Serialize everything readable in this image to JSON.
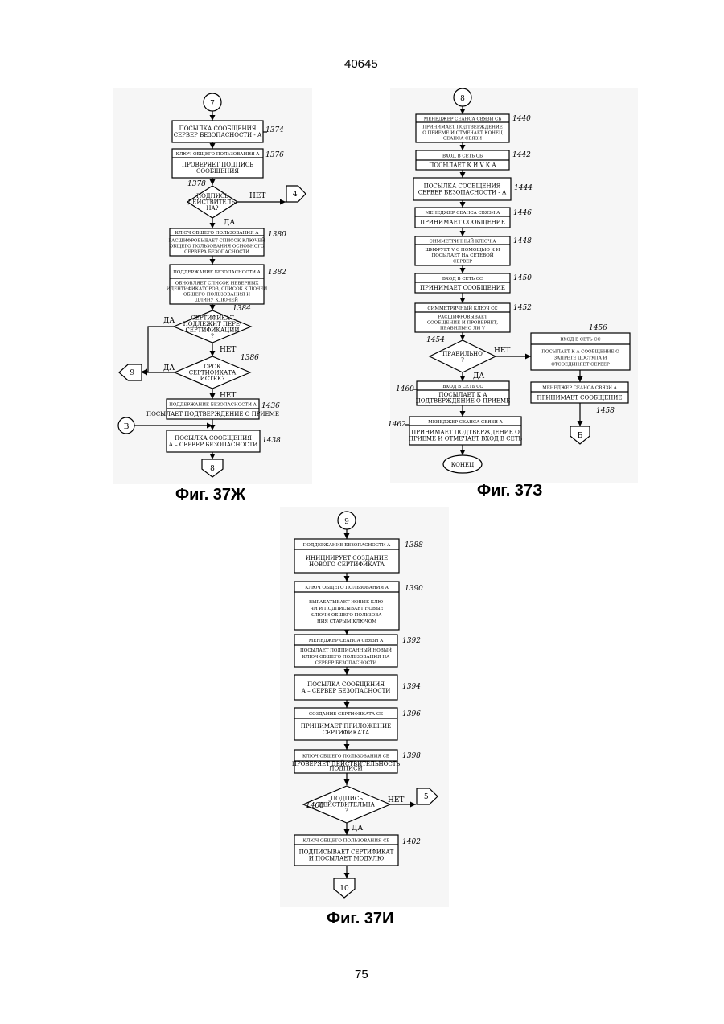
{
  "page": {
    "doc_number": "40645",
    "page_number": "75"
  },
  "figures": {
    "zh": {
      "caption": "Фиг. 37Ж",
      "start_connector": "7",
      "b_connector": "В",
      "out_connector_4": "4",
      "out_connector_9": "9",
      "end_connector": "8",
      "steps": [
        {
          "id": "1374",
          "header": "",
          "body": [
            "ПОСЫЛКА СООБЩЕНИЯ",
            "СЕРВЕР БЕЗОПАСНОСТИ - А"
          ]
        },
        {
          "id": "1376",
          "header": "КЛЮЧ ОБЩЕГО ПОЛЬЗОВАНИЯ А",
          "body": [
            "ПРОВЕРЯЕТ ПОДПИСЬ",
            "СООБЩЕНИЯ"
          ]
        },
        {
          "id": "1378",
          "decision": [
            "ПОДПИСЬ",
            "ДЕЙСТВИТЕЛЬ-",
            "НА?"
          ],
          "yes": "ДА",
          "no": "НЕТ"
        },
        {
          "id": "1380",
          "header": "КЛЮЧ ОБЩЕГО ПОЛЬЗОВАНИЯ А",
          "body": [
            "РАСШИФРОВЫВАЕТ СПИСОК КЛЮЧЕЙ",
            "ОБЩЕГО ПОЛЬЗОВАНИЯ ОСНОВНОГО",
            "СЕРВЕРА БЕЗОПАСНОСТИ"
          ]
        },
        {
          "id": "1382",
          "header": "ПОДДЕРЖАНИЕ БЕЗОПАСНОСТИ А",
          "body": [
            "ОБНОВЛЯЕТ СПИСОК НЕВЕРНЫХ",
            "ИДЕНТИФИКАТОРОВ, СПИСОК КЛЮЧЕЙ",
            "ОБЩЕГО ПОЛЬЗОВАНИЯ И",
            "ДЛИНУ КЛЮЧЕЙ"
          ]
        },
        {
          "id": "1384",
          "decision": [
            "СЕРТИФИКАТ",
            "ПОДЛЕЖИТ ПЕРЕ-",
            "СЕРТИФИКАЦИИ",
            "?"
          ],
          "yes": "ДА",
          "no": "НЕТ"
        },
        {
          "id": "1386",
          "decision": [
            "СРОК",
            "СЕРТИФИКАТА",
            "ИСТЕК?"
          ],
          "yes": "ДА",
          "no": "НЕТ"
        },
        {
          "id": "1436",
          "header": "ПОДДЕРЖАНИЕ БЕЗОПАСНОСТИ А",
          "body": [
            "ПОСЫЛАЕТ ПОДТВЕРЖДЕНИЕ О ПРИЕМЕ"
          ]
        },
        {
          "id": "1438",
          "header": "",
          "body": [
            "ПОСЫЛКА СООБЩЕНИЯ",
            "А – СЕРВЕР БЕЗОПАСНОСТИ"
          ]
        }
      ]
    },
    "z": {
      "caption": "Фиг. 37З",
      "start_connector": "8",
      "end_label": "КОНЕЦ",
      "out_connector_b": "Б",
      "steps": [
        {
          "id": "1440",
          "header": "МЕНЕДЖЕР СЕАНСА СВЯЗИ СБ",
          "body": [
            "ПРИНИМАЕТ ПОДТВЕРЖДЕНИЕ",
            "О ПРИЕМЕ И ОТМЕЧАЕТ КОНЕЦ",
            "СЕАНСА СВЯЗИ"
          ]
        },
        {
          "id": "1442",
          "header": "ВХОД В СЕТЬ СБ",
          "body": [
            "ПОСЫЛАЕТ К И V К А"
          ]
        },
        {
          "id": "1444",
          "header": "",
          "body": [
            "ПОСЫЛКА СООБЩЕНИЯ",
            "СЕРВЕР БЕЗОПАСНОСТИ - А"
          ]
        },
        {
          "id": "1446",
          "header": "МЕНЕДЖЕР СЕАНСА СВЯЗИ А",
          "body": [
            "ПРИНИМАЕТ СООБЩЕНИЕ"
          ]
        },
        {
          "id": "1448",
          "header": "СИММЕТРИЧНЫЙ КЛЮЧ А",
          "body": [
            "ШИФРУЕТ V С ПОМОЩЬЮ К И",
            "ПОСЫЛАЕТ НА СЕТЕВОЙ",
            "СЕРВЕР"
          ]
        },
        {
          "id": "1450",
          "header": "ВХОД В СЕТЬ СС",
          "body": [
            "ПРИНИМАЕТ СООБЩЕНИЕ"
          ]
        },
        {
          "id": "1452",
          "header": "СИММЕТРИЧНЫЙ КЛЮЧ СС",
          "body": [
            "РАСШИФРОВЫВАЕТ",
            "СООБЩЕНИЕ И ПРОВЕРЯЕТ,",
            "ПРАВИЛЬНО ЛИ V"
          ]
        },
        {
          "id": "1454",
          "decision": [
            "ПРАВИЛЬНО",
            "?"
          ],
          "yes": "ДА",
          "no": "НЕТ"
        },
        {
          "id": "1456",
          "header": "ВХОД В СЕТЬ СС",
          "body": [
            "ПОСЫЛАЕТ К А СООБЩЕНИЕ О",
            "ЗАПРЕТЕ ДОСТУПА И",
            "ОТСОЕДИНЯЕТ СЕРВЕР"
          ]
        },
        {
          "id": "1458",
          "header": "МЕНЕДЖЕР СЕАНСА СВЯЗИ А",
          "body": [
            "ПРИНИМАЕТ СООБЩЕНИЕ"
          ]
        },
        {
          "id": "1460",
          "header": "ВХОД В СЕТЬ СС",
          "body": [
            "ПОСЫЛАЕТ К А",
            "ПОДТВЕРЖДЕНИЕ О ПРИЕМЕ"
          ]
        },
        {
          "id": "1462",
          "header": "МЕНЕДЖЕР СЕАНСА СВЯЗИ А",
          "body": [
            "ПРИНИМАЕТ ПОДТВЕРЖДЕНИЕ О",
            "ПРИЕМЕ И ОТМЕЧАЕТ ВХОД В СЕТЬ"
          ]
        }
      ]
    },
    "i": {
      "caption": "Фиг. 37И",
      "start_connector": "9",
      "out_connector_5": "5",
      "end_connector": "10",
      "steps": [
        {
          "id": "1388",
          "header": "ПОДДЕРЖАНИЕ БЕЗОПАСНОСТИ А",
          "body": [
            "ИНИЦИИРУЕТ СОЗДАНИЕ",
            "НОВОГО СЕРТИФИКАТА"
          ]
        },
        {
          "id": "1390",
          "header": "КЛЮЧ ОБЩЕГО ПОЛЬЗОВАНИЯ А",
          "body": [
            "ВЫРАБАТЫВАЕТ НОВЫЕ КЛЮ-",
            "ЧИ И ПОДПИСЫВАЕТ НОВЫЕ",
            "КЛЮЧИ ОБЩЕГО ПОЛЬЗОВА-",
            "НИЯ СТАРЫМ КЛЮЧОМ"
          ]
        },
        {
          "id": "1392",
          "header": "МЕНЕДЖЕР СЕАНСА СВЯЗИ А",
          "body": [
            "ПОСЫЛАЕТ ПОДПИСАННЫЙ НОВЫЙ",
            "КЛЮЧ ОБЩЕГО ПОЛЬЗОВАНИЯ НА",
            "СЕРВЕР БЕЗОПАСНОСТИ"
          ]
        },
        {
          "id": "1394",
          "header": "",
          "body": [
            "ПОСЫЛКА СООБЩЕНИЯ",
            "А – СЕРВЕР БЕЗОПАСНОСТИ"
          ]
        },
        {
          "id": "1396",
          "header": "СОЗДАНИЕ СЕРТИФИКАТА СБ",
          "body": [
            "ПРИНИМАЕТ ПРИЛОЖЕНИЕ",
            "СЕРТИФИКАТА"
          ]
        },
        {
          "id": "1398",
          "header": "КЛЮЧ ОБЩЕГО ПОЛЬЗОВАНИЯ СБ",
          "body": [
            "ПРОВЕРЯЕТ ДЕЙСТВИТЕЛЬНОСТЬ",
            "ПОДПИСИ"
          ]
        },
        {
          "id": "1400",
          "decision": [
            "ПОДПИСЬ",
            "ДЕЙСТВИТЕЛЬНА",
            "?"
          ],
          "yes": "ДА",
          "no": "НЕТ"
        },
        {
          "id": "1402",
          "header": "КЛЮЧ ОБЩЕГО ПОЛЬЗОВАНИЯ СБ",
          "body": [
            "ПОДПИСЫВАЕТ СЕРТИФИКАТ",
            "И ПОСЫЛАЕТ МОДУЛЮ"
          ]
        }
      ]
    }
  }
}
